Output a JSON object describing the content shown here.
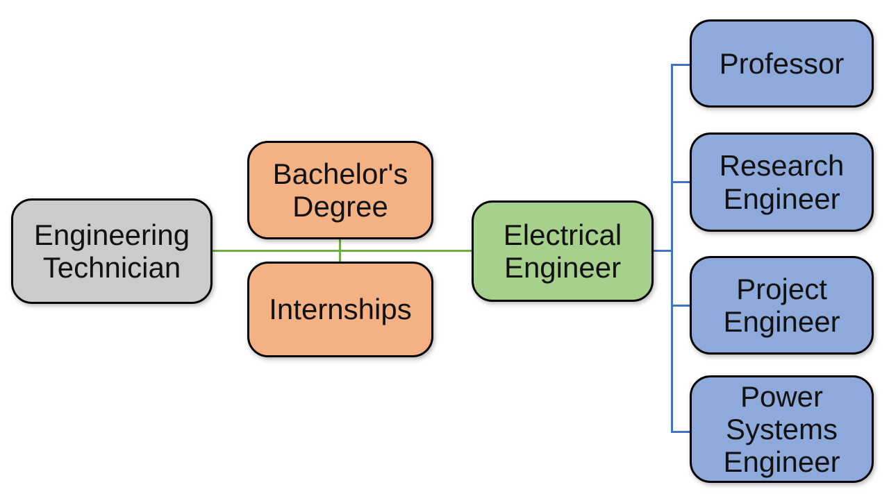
{
  "diagram": {
    "description": "Career path flowchart for Electrical Engineer",
    "colors": {
      "gray_fill": "#CBCBCB",
      "orange_fill": "#F4B183",
      "green_fill": "#A8D08D",
      "blue_fill": "#8EAADB",
      "green_line": "#70AD47",
      "blue_line": "#4472C4",
      "border": "#000000"
    },
    "nodes": [
      {
        "id": "engineering-technician",
        "label": "Engineering Technician",
        "fill": "#CBCBCB"
      },
      {
        "id": "bachelors-degree",
        "label": "Bachelor's Degree",
        "fill": "#F4B183"
      },
      {
        "id": "internships",
        "label": "Internships",
        "fill": "#F4B183"
      },
      {
        "id": "electrical-engineer",
        "label": "Electrical Engineer",
        "fill": "#A8D08D"
      },
      {
        "id": "professor",
        "label": "Professor",
        "fill": "#8EAADB"
      },
      {
        "id": "research-engineer",
        "label": "Research Engineer",
        "fill": "#8EAADB"
      },
      {
        "id": "project-engineer",
        "label": "Project Engineer",
        "fill": "#8EAADB"
      },
      {
        "id": "power-systems-engineer",
        "label": "Power Systems Engineer",
        "fill": "#8EAADB"
      }
    ],
    "edges": [
      {
        "from": "engineering-technician",
        "to": "electrical-engineer",
        "color": "#70AD47"
      },
      {
        "from": "bachelors-degree",
        "to": "internships",
        "color": "#70AD47"
      },
      {
        "from": "electrical-engineer",
        "to": "professor",
        "color": "#4472C4"
      },
      {
        "from": "electrical-engineer",
        "to": "research-engineer",
        "color": "#4472C4"
      },
      {
        "from": "electrical-engineer",
        "to": "project-engineer",
        "color": "#4472C4"
      },
      {
        "from": "electrical-engineer",
        "to": "power-systems-engineer",
        "color": "#4472C4"
      }
    ]
  }
}
